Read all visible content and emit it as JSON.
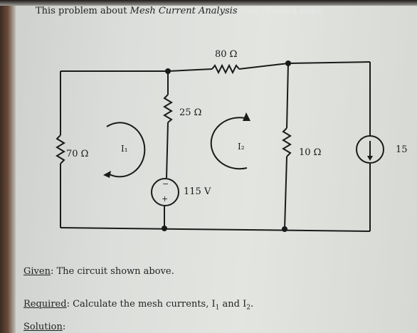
{
  "header": {
    "prefix": "This problem about ",
    "topic": "Mesh Current Analysis",
    "suffix": " was created expe"
  },
  "circuit": {
    "r_top": "80 Ω",
    "r_middle": "25 Ω",
    "r_left": "70 Ω",
    "r_right": "10 Ω",
    "voltage_source": "115 V",
    "vs_minus": "−",
    "vs_plus": "+",
    "current_source": "15",
    "mesh1": "I₁",
    "mesh2": "I₂"
  },
  "given": {
    "label": "Given",
    "text": ": The circuit shown above."
  },
  "required": {
    "label": "Required",
    "text": ": Calculate the mesh currents, I",
    "sub1": "1",
    "and": " and I",
    "sub2": "2",
    "end": "."
  },
  "solution": {
    "label": "Solution",
    "text": ":"
  }
}
